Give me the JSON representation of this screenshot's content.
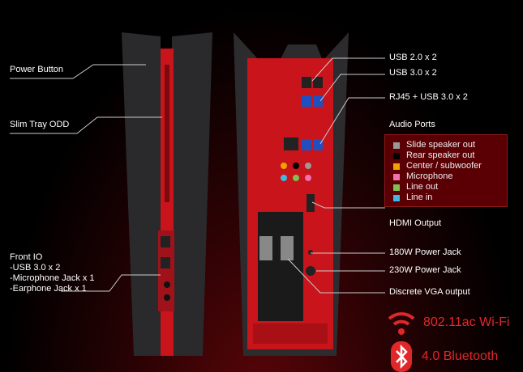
{
  "left_labels": {
    "power_button": "Power Button",
    "slim_tray": "Slim Tray ODD",
    "front_io": [
      "Front IO",
      "-USB 3.0 x 2",
      "-Microphone Jack x 1",
      "-Earphone Jack x 1"
    ]
  },
  "right_labels": {
    "usb2": "USB 2.0 x 2",
    "usb3": "USB 3.0 x 2",
    "rj45": "RJ45 + USB 3.0 x 2",
    "audio_title": "Audio Ports",
    "hdmi": "HDMI Output",
    "jack180": "180W Power Jack",
    "jack230": "230W Power Jack",
    "vga": "Discrete VGA output"
  },
  "audio_ports": [
    {
      "label": "Slide speaker out",
      "color": "#9a9a9a"
    },
    {
      "label": "Rear speaker out",
      "color": "#000000"
    },
    {
      "label": "Center / subwoofer",
      "color": "#f0a000"
    },
    {
      "label": "Microphone",
      "color": "#f070b0"
    },
    {
      "label": "Line out",
      "color": "#80c050"
    },
    {
      "label": "Line in",
      "color": "#40b8e0"
    }
  ],
  "features": {
    "wifi": "802.11ac Wi-Fi",
    "bluetooth": "4.0 Bluetooth"
  },
  "colors": {
    "accent": "#e0282a"
  }
}
